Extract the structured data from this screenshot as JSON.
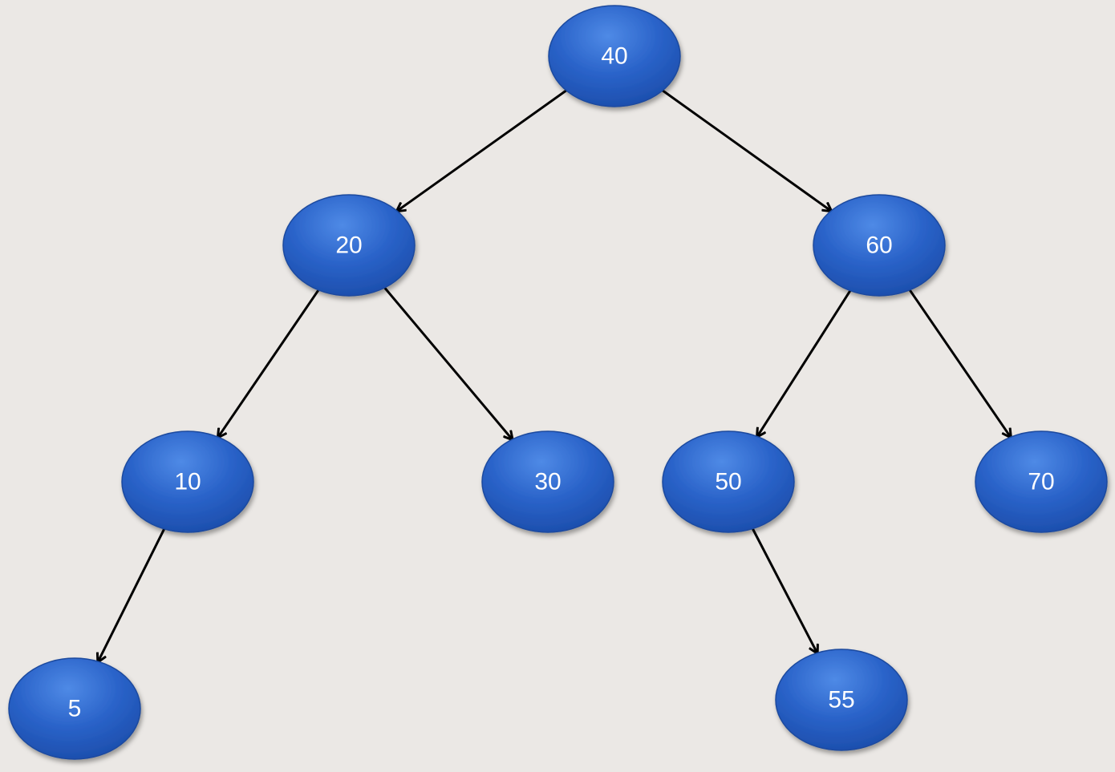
{
  "tree": {
    "nodes": [
      {
        "id": "n40",
        "label": "40"
      },
      {
        "id": "n20",
        "label": "20"
      },
      {
        "id": "n60",
        "label": "60"
      },
      {
        "id": "n10",
        "label": "10"
      },
      {
        "id": "n30",
        "label": "30"
      },
      {
        "id": "n50",
        "label": "50"
      },
      {
        "id": "n70",
        "label": "70"
      },
      {
        "id": "n5",
        "label": "5"
      },
      {
        "id": "n55",
        "label": "55"
      }
    ],
    "edges": [
      {
        "from": "n40",
        "to": "n20"
      },
      {
        "from": "n40",
        "to": "n60"
      },
      {
        "from": "n20",
        "to": "n10"
      },
      {
        "from": "n20",
        "to": "n30"
      },
      {
        "from": "n60",
        "to": "n50"
      },
      {
        "from": "n60",
        "to": "n70"
      },
      {
        "from": "n10",
        "to": "n5"
      },
      {
        "from": "n50",
        "to": "n55"
      }
    ]
  },
  "colors": {
    "background": "#ebe8e5",
    "node_fill": "#2a63c9",
    "node_stroke": "#1b4a9e",
    "edge": "#000000",
    "label": "#ffffff"
  }
}
